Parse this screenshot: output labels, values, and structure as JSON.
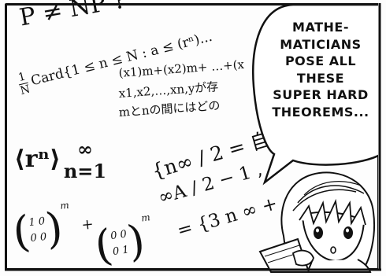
{
  "speech_bubble": {
    "lines": [
      "MATHE-",
      "MATICIANS",
      "POSE ALL",
      "THESE",
      "SUPER HARD",
      "THEOREMS..."
    ]
  },
  "formulas": {
    "p_np": "P ≠ NP ?",
    "card_prefix_num": "1",
    "card_prefix_den": "N",
    "card_text": "Card{1 ≤ n ≤ N : a ≤ (rⁿ)...",
    "sum_line1": "(x1)m+(x2)m+ …+(x",
    "sum_line2": "x1,x2,…,xn,yが存",
    "sum_line3": "mとnの間にはどの",
    "seq_base": "⟨rⁿ⟩",
    "seq_sup": "∞",
    "seq_sub": "n=1",
    "inf_line1": "{n∞ / 2 = 自",
    "inf_line2": "∞A / 2 − 1 ,",
    "inf_line3": "= {3 n ∞ +",
    "matrix_a_row1": "1 0",
    "matrix_a_row2": "0 0",
    "matrix_a_exp": "m",
    "plus": "+",
    "matrix_b_row1": "0 0",
    "matrix_b_row2": "0 1",
    "matrix_b_exp": "m"
  },
  "colors": {
    "ink": "#111111",
    "paper": "#fdfdfd"
  },
  "icons": {
    "character": "girl-holding-book-icon"
  }
}
